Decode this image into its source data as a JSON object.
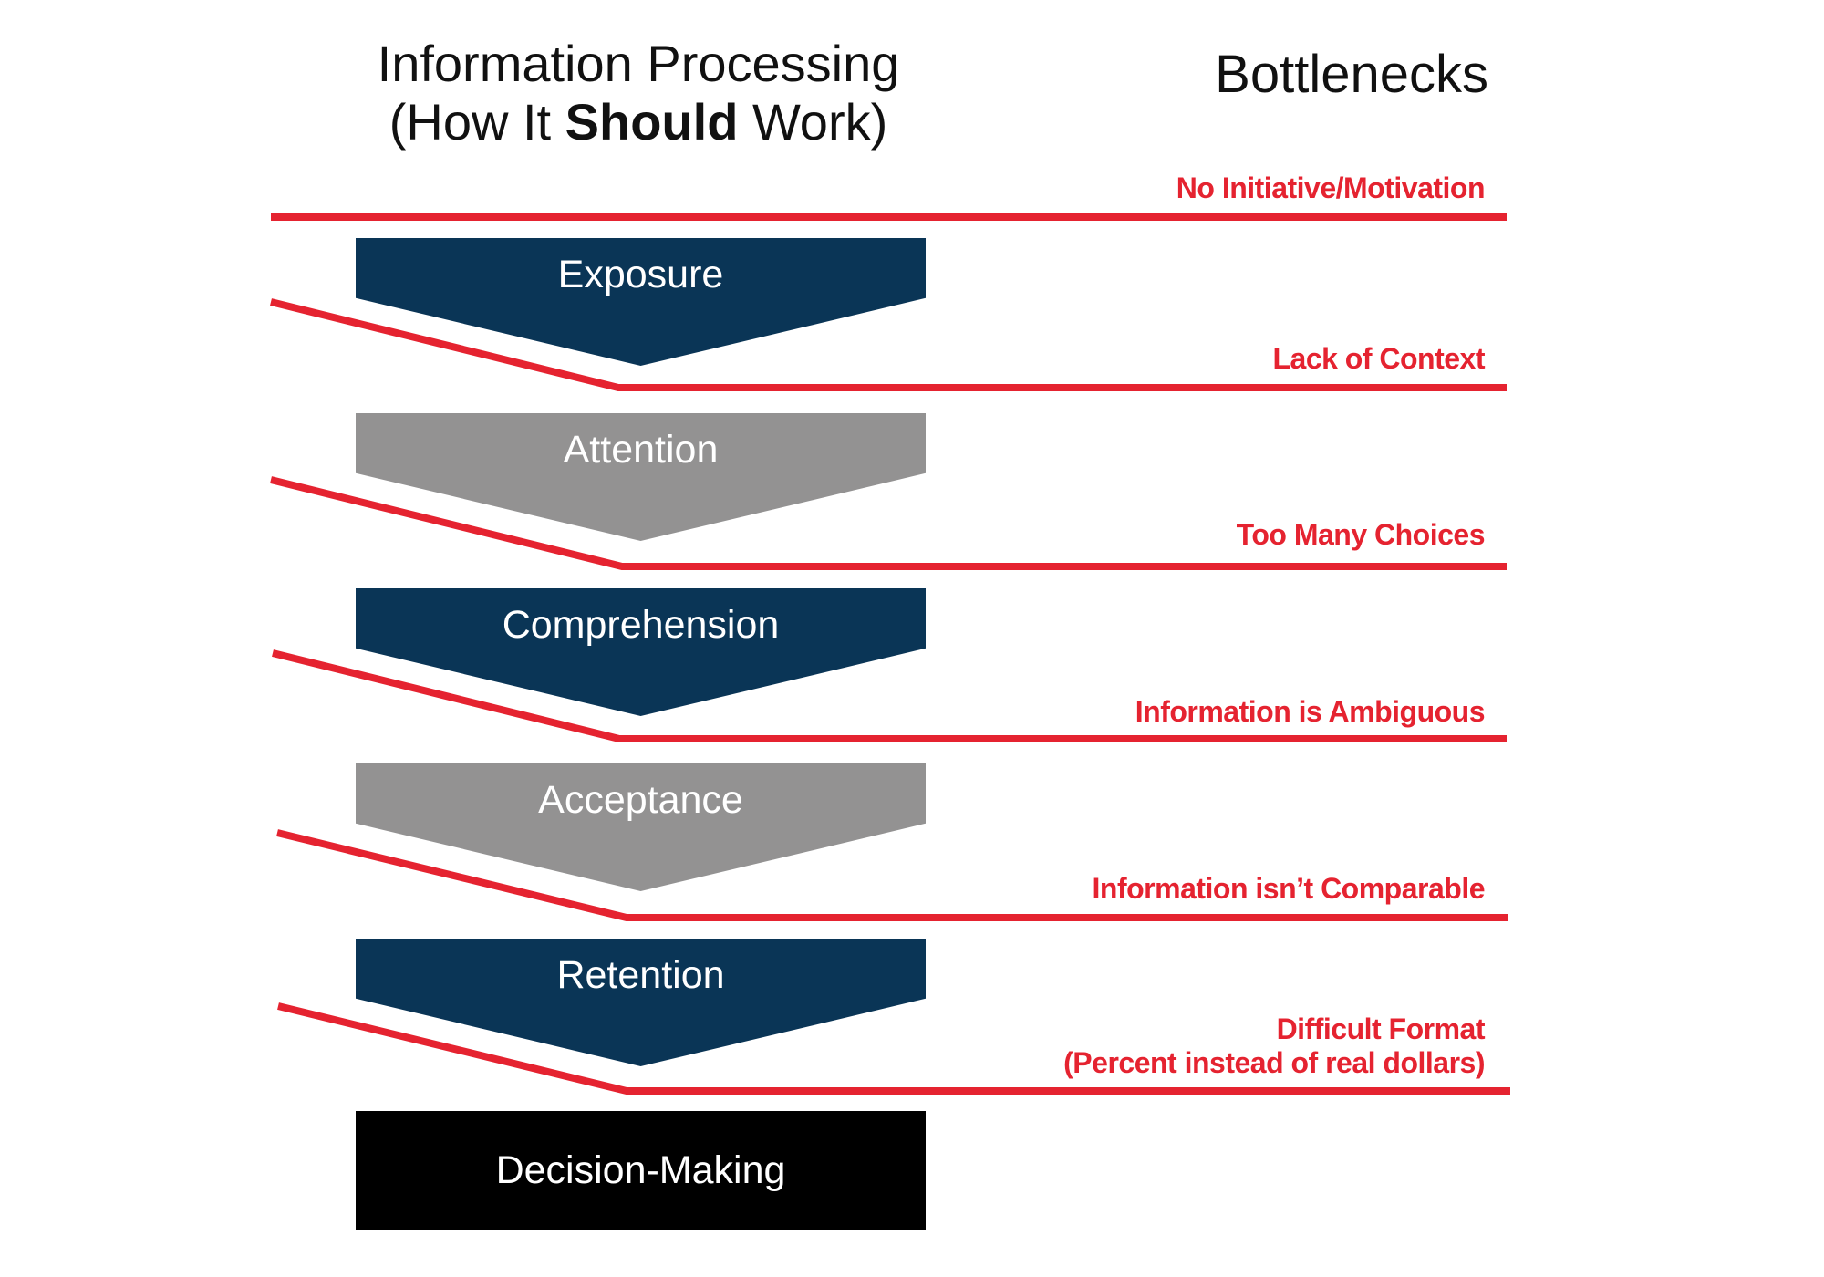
{
  "header": {
    "left_title_line1": "Information Processing",
    "left_title_line2_pre": "(How It ",
    "left_title_line2_bold": "Should",
    "left_title_line2_post": " Work)",
    "right_title": "Bottlenecks"
  },
  "stages": [
    {
      "label": "Exposure",
      "color": "#0a3556"
    },
    {
      "label": "Attention",
      "color": "#939292"
    },
    {
      "label": "Comprehension",
      "color": "#0a3556"
    },
    {
      "label": "Acceptance",
      "color": "#939292"
    },
    {
      "label": "Retention",
      "color": "#0a3556"
    }
  ],
  "final_stage": {
    "label": "Decision-Making",
    "color": "#000000"
  },
  "bottlenecks": [
    {
      "line1": "No Initiative/Motivation"
    },
    {
      "line1": "Lack of Context"
    },
    {
      "line1": "Too Many Choices"
    },
    {
      "line1": "Information is Ambiguous"
    },
    {
      "line1": "Information isn’t Comparable"
    },
    {
      "line1": "Difficult Format",
      "line2": "(Percent instead of real dollars)"
    }
  ],
  "colors": {
    "accent_red": "#e52330",
    "dark_blue": "#0a3556",
    "gray": "#939292",
    "black": "#000000"
  }
}
